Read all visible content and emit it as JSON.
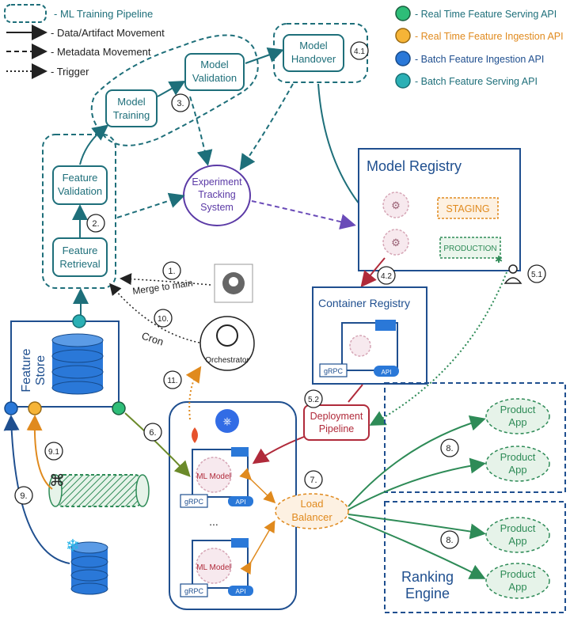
{
  "legend": {
    "pipeline": "- ML Training Pipeline",
    "data": "- Data/Artifact Movement",
    "metadata": "- Metadata Movement",
    "trigger": "- Trigger",
    "rt_serving": "- Real Time Feature Serving API",
    "rt_ingestion": "- Real Time Feature Ingestion API",
    "batch_ingestion": "- Batch Feature Ingestion API",
    "batch_serving": "- Batch Feature Serving API"
  },
  "colors": {
    "teal": "#1e6f7a",
    "navy": "#1f4f8f",
    "purple": "#5b3aa6",
    "green": "#2e8b57",
    "orange": "#e08a1e",
    "red": "#b02a3a"
  },
  "nodes": {
    "feature_validation": [
      "Feature",
      "Validation"
    ],
    "feature_retrieval": [
      "Feature",
      "Retrieval"
    ],
    "model_training": [
      "Model",
      "Training"
    ],
    "model_validation": [
      "Model",
      "Validation"
    ],
    "model_handover": [
      "Model",
      "Handover"
    ],
    "experiment_tracking": [
      "Experiment",
      "Tracking",
      "System"
    ],
    "model_registry": "Model Registry",
    "staging": "STAGING",
    "production": "PRODUCTION",
    "container_registry": "Container Registry",
    "deployment_pipeline": [
      "Deployment",
      "Pipeline"
    ],
    "load_balancer": [
      "Load",
      "Balancer"
    ],
    "feature_store": [
      "Feature",
      "Store"
    ],
    "orchestrator": "Orchestrator",
    "ml_model": "ML Model",
    "ellipsis": "...",
    "product_app": [
      "Product",
      "App"
    ],
    "ranking_engine": [
      "Ranking",
      "Engine"
    ],
    "grpc": "gRPC",
    "api": "API",
    "merge_to_main": "Merge to main",
    "cron": "Cron"
  },
  "steps": {
    "s1": "1.",
    "s2": "2.",
    "s3": "3.",
    "s41": "4.1",
    "s42": "4.2",
    "s51": "5.1",
    "s52": "5.2",
    "s6": "6.",
    "s7": "7.",
    "s8a": "8.",
    "s8b": "8.",
    "s9": "9.",
    "s91": "9.1",
    "s10": "10.",
    "s11": "11."
  }
}
